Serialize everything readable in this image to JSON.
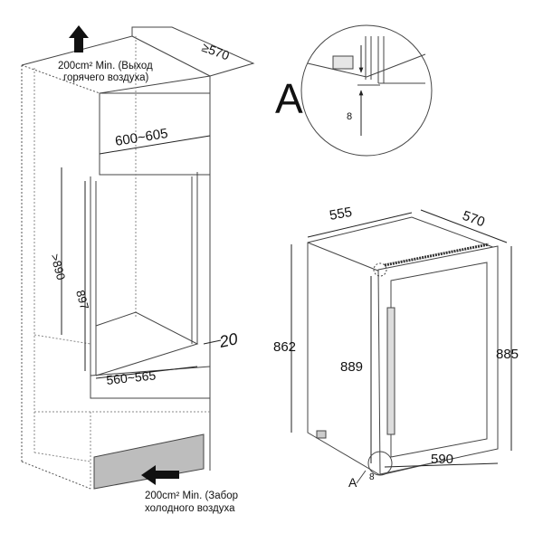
{
  "niche": {
    "depth_min": "≥570",
    "width_range": "600~605",
    "height_min": ">890",
    "inner_height": "897",
    "bottom_width_range": "560~565",
    "gap": "20"
  },
  "vent": {
    "top_line1": "200cm² Min. (Выход",
    "top_line2": "горячего воздуха)",
    "bottom_line1": "200cm² Min. (Забор",
    "bottom_line2": "холодного воздуха"
  },
  "detail": {
    "label": "A",
    "offset": "8"
  },
  "appliance": {
    "width": "555",
    "depth": "570",
    "body_height": "862",
    "door_height": "889",
    "total_height": "885",
    "door_width": "590",
    "callout_label": "A",
    "callout_offset": "8"
  }
}
